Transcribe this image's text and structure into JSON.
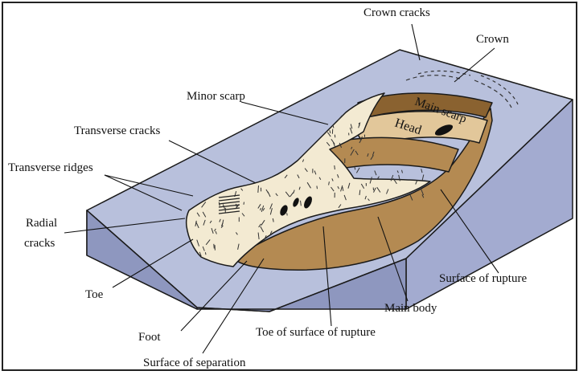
{
  "diagram": {
    "labels": {
      "crown_cracks": "Crown cracks",
      "crown": "Crown",
      "main_scarp": "Main scarp",
      "head": "Head",
      "minor_scarp": "Minor scarp",
      "transverse_cracks": "Transverse cracks",
      "transverse_ridges": "Transverse ridges",
      "radial_cracks_1": "Radial",
      "radial_cracks_2": "cracks",
      "toe": "Toe",
      "foot": "Foot",
      "surface_of_separation": "Surface of separation",
      "toe_of_surface_of_rupture": "Toe of surface of rupture",
      "main_body": "Main body",
      "surface_of_rupture": "Surface of rupture"
    },
    "colors": {
      "block_top": "#b8c0dc",
      "block_front": "#8e97bf",
      "block_side": "#a3abd0",
      "slide_light": "#f3ead2",
      "slide_mid": "#e2c79a",
      "slide_brown": "#b48a52",
      "slide_dark": "#8a6230",
      "outline": "#1a1a1a"
    }
  }
}
